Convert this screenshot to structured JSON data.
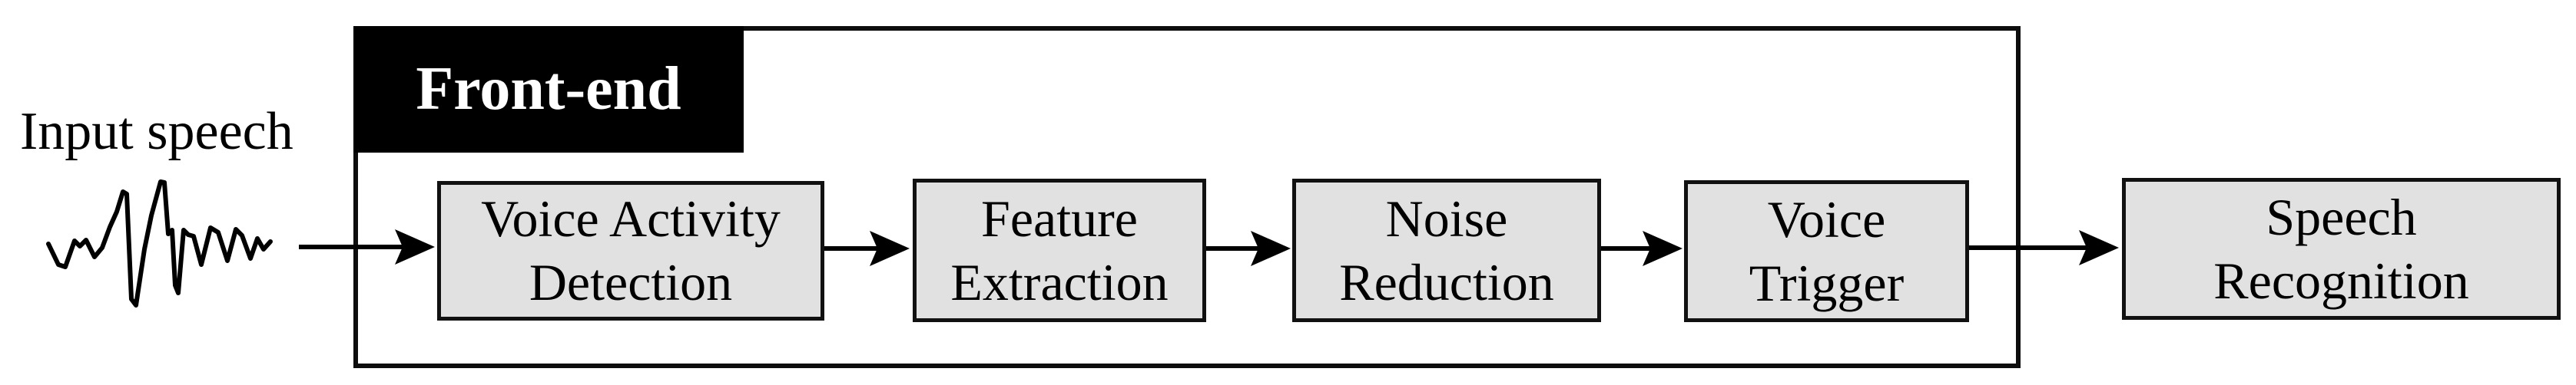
{
  "diagram": {
    "input_label": "Input speech",
    "frontend": {
      "label": "Front-end"
    },
    "blocks": [
      {
        "name": "voice-activity-detection",
        "line1": "Voice Activity",
        "line2": "Detection"
      },
      {
        "name": "feature-extraction",
        "line1": "Feature",
        "line2": "Extraction"
      },
      {
        "name": "noise-reduction",
        "line1": "Noise",
        "line2": "Reduction"
      },
      {
        "name": "voice-trigger",
        "line1": "Voice",
        "line2": "Trigger"
      },
      {
        "name": "speech-recognition",
        "line1": "Speech",
        "line2": "Recognition"
      }
    ],
    "icons": {
      "waveform": "waveform-icon"
    },
    "colors": {
      "background": "#ffffff",
      "block_fill": "#e1e1e1",
      "block_border": "#111111",
      "frontend_label_bg": "#000000",
      "frontend_label_fg": "#ffffff",
      "line": "#000000"
    }
  }
}
